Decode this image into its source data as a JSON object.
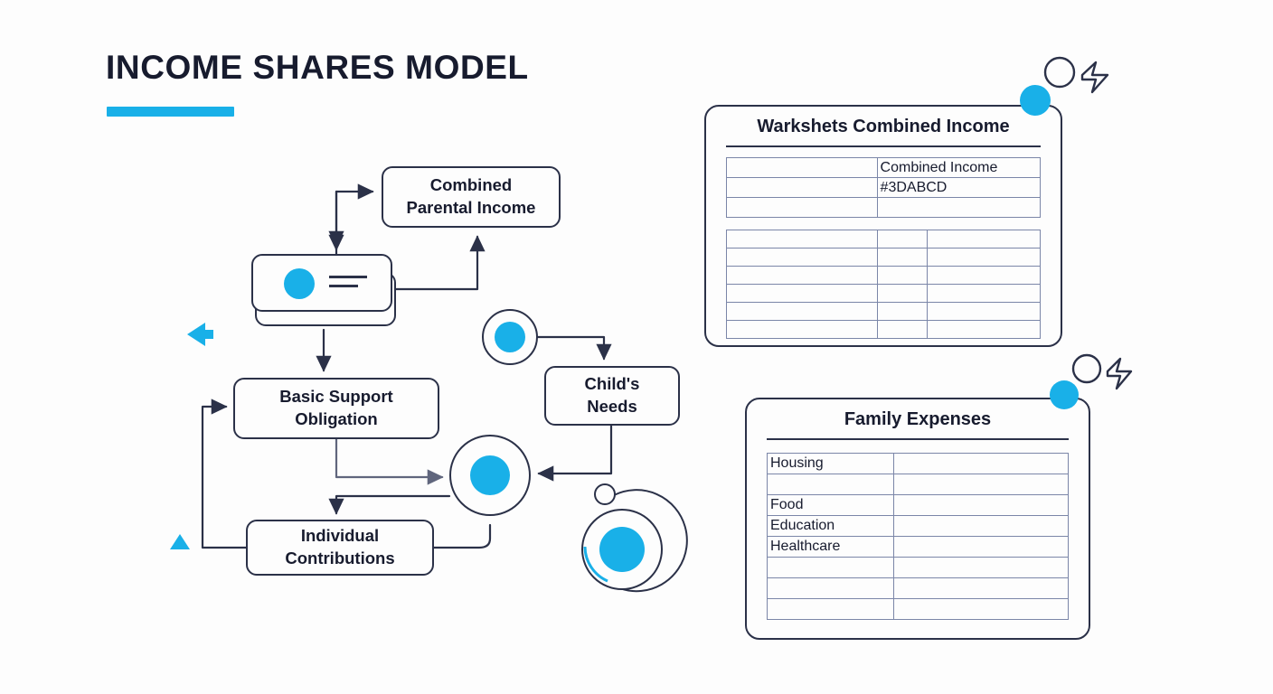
{
  "page": {
    "title": "INCOME SHARES MODEL",
    "accent_color": "#19b0e8",
    "ink_color": "#171b2e",
    "line_color": "#2b3148",
    "table_line_color": "#7b86a8",
    "background": "#ffffff"
  },
  "diagram": {
    "nodes": [
      {
        "id": "combined-parental-income",
        "label": "Combined\nParental Income"
      },
      {
        "id": "basic-support-obligation",
        "label": "Basic Support\nObligation"
      },
      {
        "id": "individual-contributions",
        "label": "Individual\nContributions"
      },
      {
        "id": "childs-needs",
        "label": "Child's\nNeeds"
      }
    ],
    "node_labels": {
      "combined_parental_income_line1": "Combined",
      "combined_parental_income_line2": "Parental Income",
      "basic_support_obligation_line1": "Basic Support",
      "basic_support_obligation_line2": "Obligation",
      "individual_contributions_line1": "Individual",
      "individual_contributions_line2": "Contributions",
      "childs_needs_line1": "Child's",
      "childs_needs_line2": "Needs"
    },
    "icons": [
      "card-stack-icon",
      "circle-node-icon",
      "circle-hub-icon",
      "orbit-icon",
      "left-arrow-marker-icon",
      "triangle-up-marker-icon"
    ]
  },
  "panels": {
    "worksheets": {
      "title": "Warkshets Combined Income",
      "income_table": {
        "columns": 2,
        "rows": [
          [
            "",
            "Combined Income"
          ],
          [
            "",
            "#3DABCD"
          ],
          [
            "",
            ""
          ]
        ]
      },
      "grid_table": {
        "columns": 3,
        "rows": [
          [
            "",
            "",
            ""
          ],
          [
            "",
            "",
            ""
          ],
          [
            "",
            "",
            ""
          ],
          [
            "",
            "",
            ""
          ],
          [
            "",
            "",
            ""
          ],
          [
            "",
            "",
            ""
          ]
        ]
      }
    },
    "family_expenses": {
      "title": "Family Expenses",
      "table": {
        "columns": 2,
        "rows": [
          [
            "Housing",
            ""
          ],
          [
            "",
            ""
          ],
          [
            "Food",
            ""
          ],
          [
            "Education",
            ""
          ],
          [
            "Healthcare",
            ""
          ],
          [
            "",
            ""
          ],
          [
            "",
            ""
          ],
          [
            "",
            ""
          ]
        ]
      }
    }
  },
  "decorations": {
    "clusters": [
      {
        "id": "deco-cluster-1",
        "icons": [
          "circle-outline-icon",
          "chevron-outline-icon"
        ]
      },
      {
        "id": "deco-cluster-2",
        "icons": [
          "circle-outline-icon",
          "chevron-outline-icon"
        ]
      }
    ],
    "dots": [
      "accent-dot-1",
      "accent-dot-2"
    ]
  }
}
